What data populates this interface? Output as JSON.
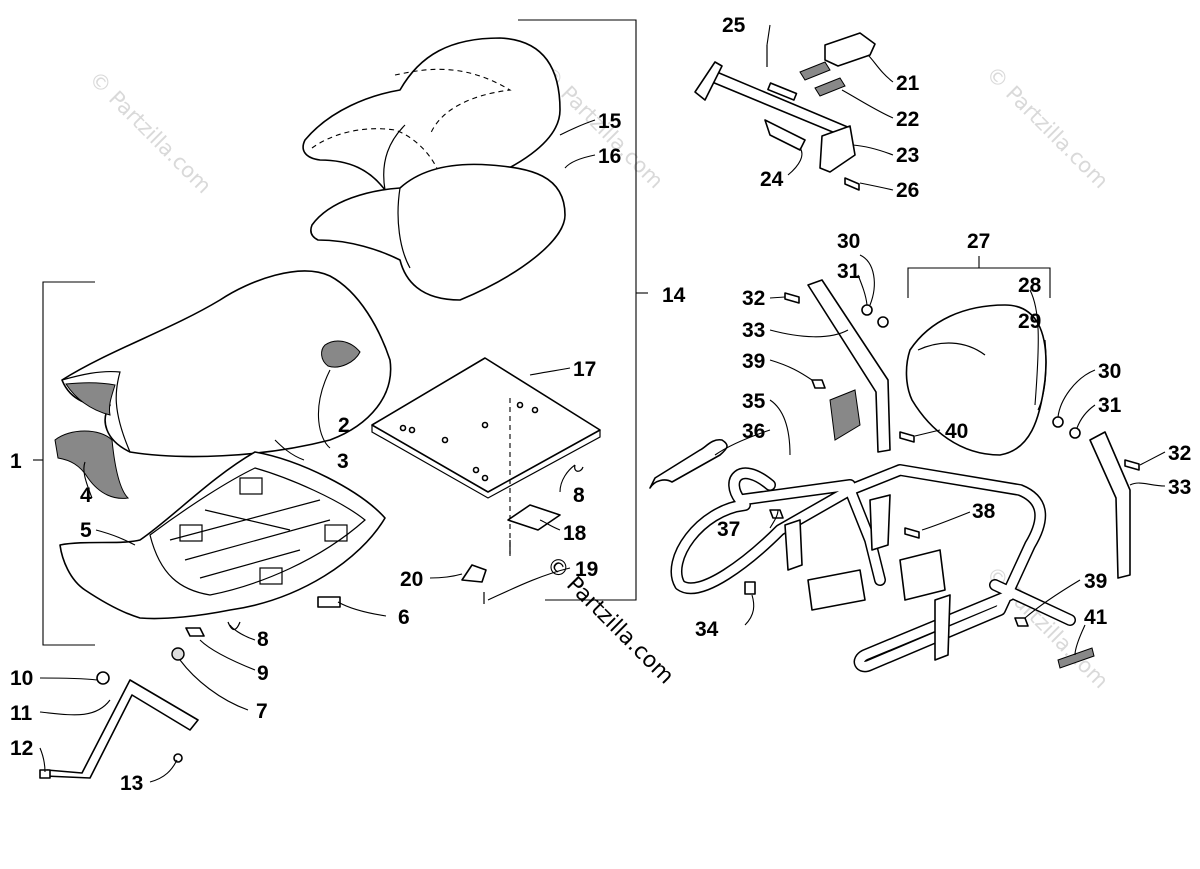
{
  "watermark": {
    "faint_text": "© Partzilla.com",
    "dark_text": "© Partzilla.com"
  },
  "callouts": [
    "1",
    "2",
    "3",
    "4",
    "5",
    "6",
    "7",
    "8",
    "9",
    "10",
    "11",
    "12",
    "13",
    "14",
    "15",
    "16",
    "17",
    "8",
    "18",
    "19",
    "20",
    "21",
    "22",
    "23",
    "24",
    "25",
    "26",
    "27",
    "28",
    "29",
    "30",
    "31",
    "32",
    "33",
    "39",
    "35",
    "36",
    "40",
    "30",
    "31",
    "32",
    "33",
    "37",
    "38",
    "39",
    "34",
    "41"
  ]
}
